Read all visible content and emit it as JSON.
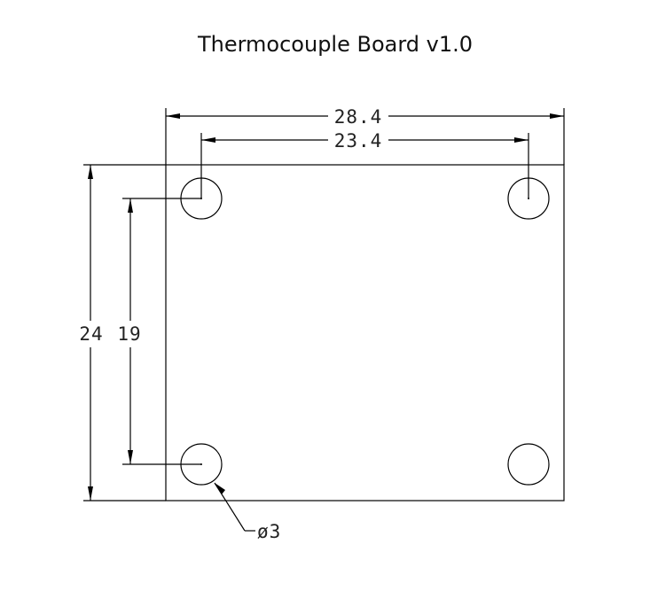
{
  "title": "Thermocouple Board v1.0",
  "dimensions": {
    "board_width": "28.4",
    "hole_spacing_x": "23.4",
    "board_height": "24",
    "hole_spacing_y": "19",
    "hole_diameter": "ø3"
  },
  "colors": {
    "line": "#000000",
    "background": "#ffffff"
  }
}
